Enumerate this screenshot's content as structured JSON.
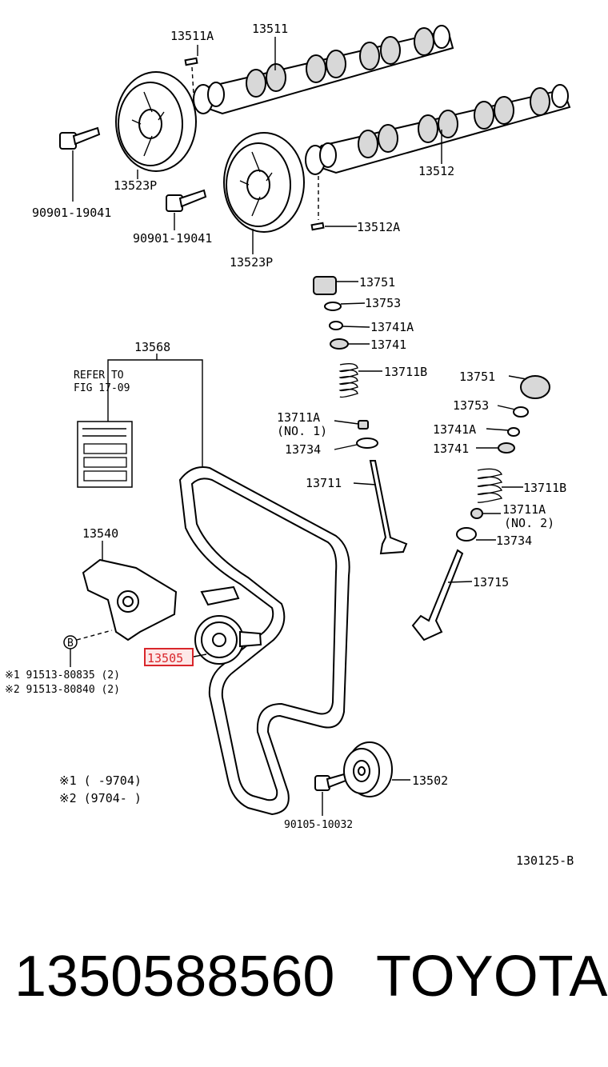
{
  "labels": {
    "p13511A": "13511A",
    "p13511": "13511",
    "p13523P_a": "13523P",
    "p13523P_b": "13523P",
    "p13512": "13512",
    "p13512A": "13512A",
    "p90901_a": "90901-19041",
    "p90901_b": "90901-19041",
    "p13751_a": "13751",
    "p13753_a": "13753",
    "p13741A_a": "13741A",
    "p13741_a": "13741",
    "p13711B_a": "13711B",
    "p13711A_a": "13711A",
    "no1": "(NO. 1)",
    "p13734_a": "13734",
    "p13711": "13711",
    "p13568": "13568",
    "refer_to": "REFER TO",
    "fig": "FIG 17-09",
    "p13751_b": "13751",
    "p13753_b": "13753",
    "p13741A_b": "13741A",
    "p13741_b": "13741",
    "p13711B_b": "13711B",
    "p13711A_b": "13711A",
    "no2": "(NO. 2)",
    "p13734_b": "13734",
    "p13715": "13715",
    "p13540": "13540",
    "p13505": "13505",
    "bolt_1": "※1  91513-80835 (2)",
    "bolt_2": "※2  91513-80840 (2)",
    "p13502": "13502",
    "p90105": "90105-10032",
    "note_1": "※1 (      -9704)",
    "note_2": "※2 (9704-      )",
    "diagram_id": "130125-B",
    "b_mark": "B"
  },
  "footer": {
    "part_number": "1350588560",
    "brand": "TOYOTA"
  },
  "highlight_color": "#d9262b"
}
